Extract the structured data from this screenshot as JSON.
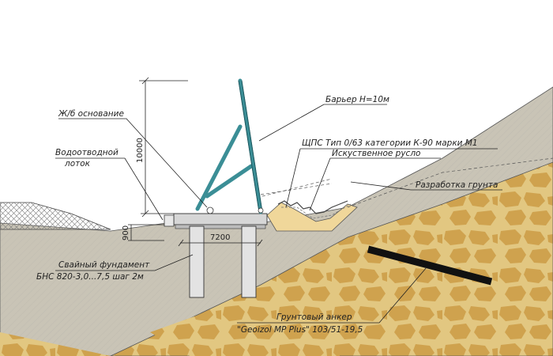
{
  "labels": {
    "base": "Ж/б основание",
    "barrier": "Барьер H=10м",
    "gravel": "ЩПС Тип 0/63 категории К-90 марки М1",
    "drain_tray_1": "Водоотводной",
    "drain_tray_2": "лоток",
    "artificial_bed": "Искуственное русло",
    "excavation": "Разработка грунта",
    "pile_foundation_1": "Свайный фундамент",
    "pile_foundation_2": "БНС 820-3,0...7,5 шаг 2м",
    "anchor_1": "Грунтовый анкер",
    "anchor_2": "\"Geoizol MP Plus\" 103/51-19,5"
  },
  "dimensions": {
    "height": "10000",
    "depth": "900",
    "width": "7200"
  },
  "colors": {
    "sky": "#ffffff",
    "soil": "#c9c4b6",
    "rock_fill": "#dfc06f",
    "rock_stones": "#caa04c",
    "barrier": "#3b8e96",
    "gravel": "#f0d79a",
    "concrete": "#d6d6d6",
    "anchor": "#111111"
  }
}
